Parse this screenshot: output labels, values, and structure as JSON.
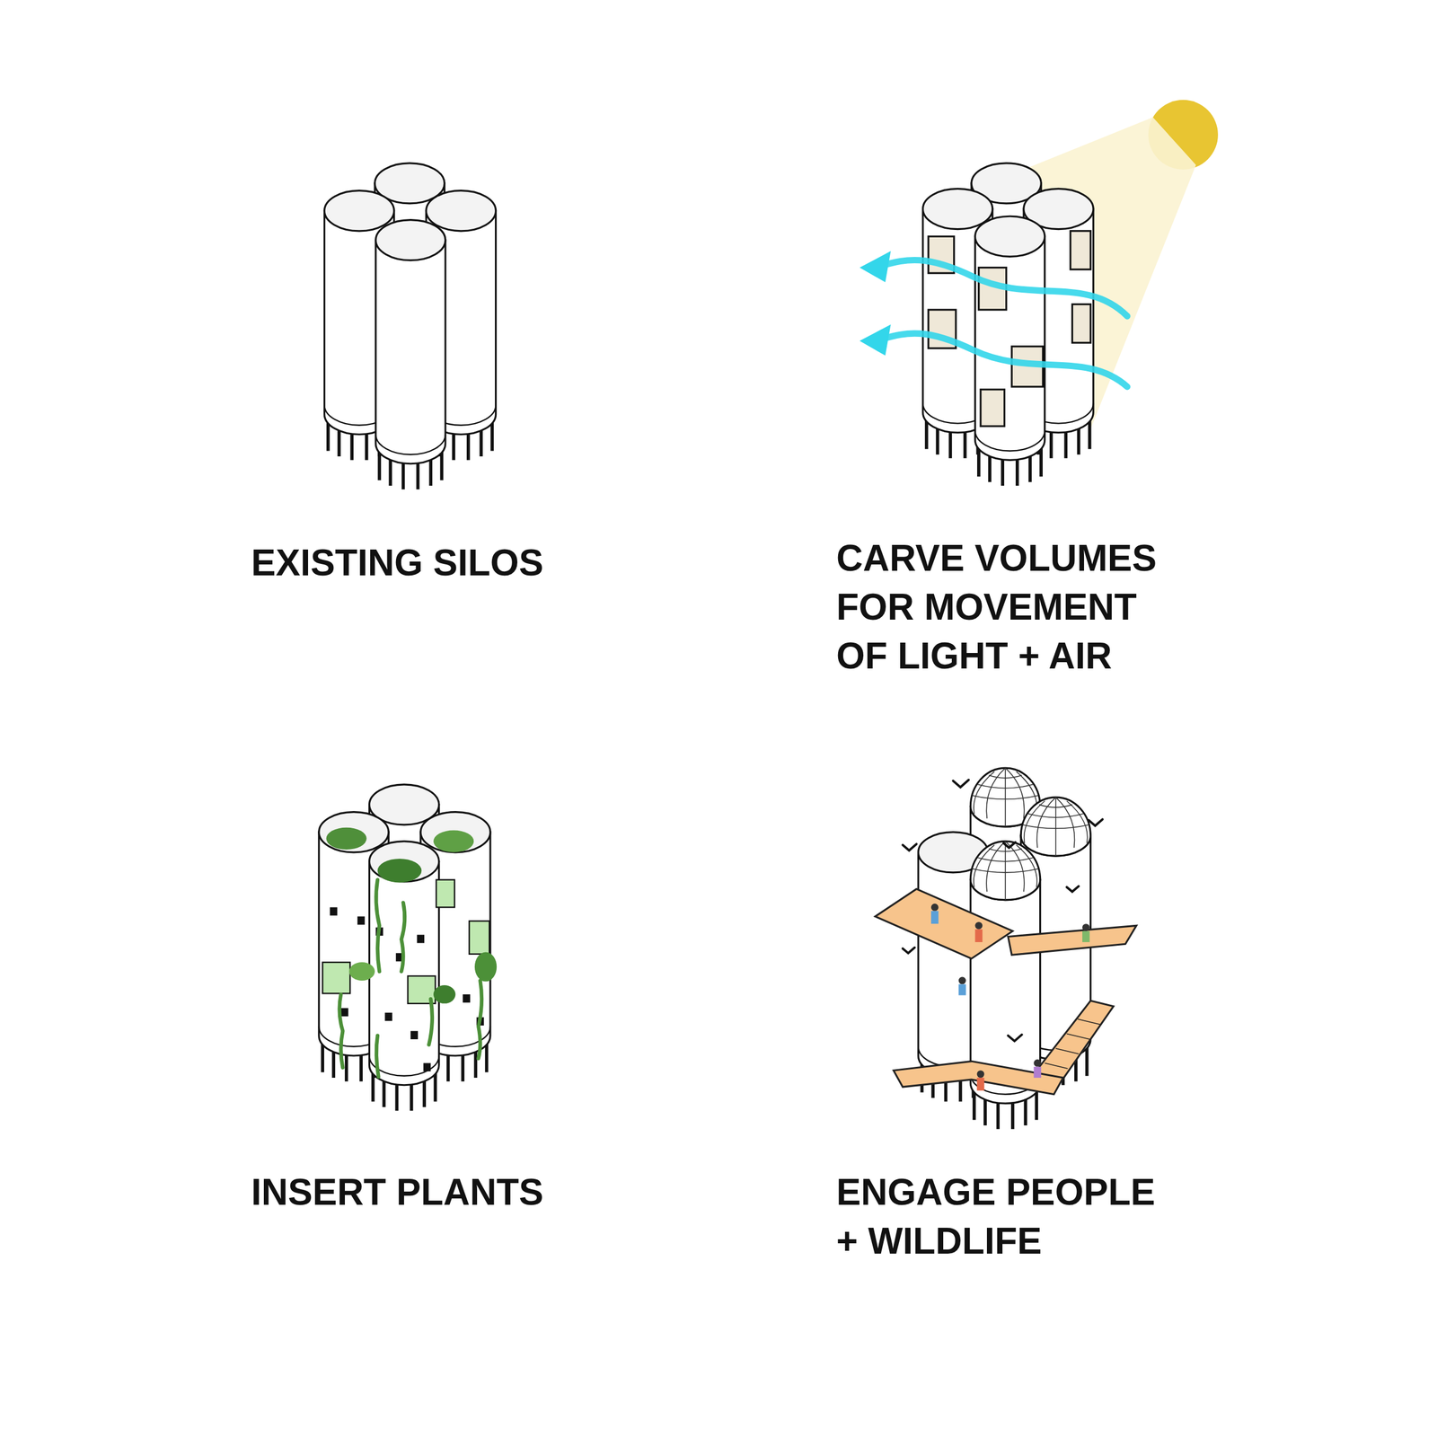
{
  "diagram": {
    "labels": [
      "EXISTING SILOS",
      "CARVE VOLUMES FOR MOVEMENT OF LIGHT + AIR",
      "INSERT PLANTS",
      "ENGAGE PEOPLE + WILDLIFE"
    ]
  }
}
